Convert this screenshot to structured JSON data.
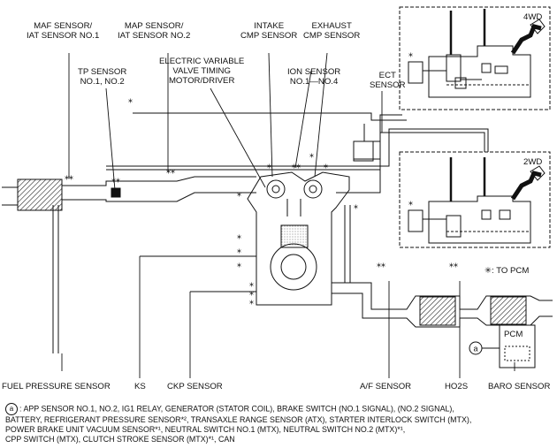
{
  "labels": {
    "maf_sensor": [
      "MAF SENSOR/",
      "IAT SENSOR NO.1"
    ],
    "map_sensor": [
      "MAP SENSOR/",
      "IAT SENSOR NO.2"
    ],
    "intake_cmp": [
      "INTAKE",
      "CMP SENSOR"
    ],
    "exhaust_cmp": [
      "EXHAUST",
      "CMP SENSOR"
    ],
    "tp_sensor": [
      "TP SENSOR",
      "NO.1, NO.2"
    ],
    "evvt": [
      "ELECTRIC VARIABLE",
      "VALVE TIMING",
      "MOTOR/DRIVER"
    ],
    "ion_sensor": [
      "ION SENSOR",
      "NO.1—NO.4"
    ],
    "ect_sensor": [
      "ECT",
      "SENSOR"
    ],
    "to_pcm": "✳: TO PCM",
    "pcm": "PCM",
    "fuel_pressure": "FUEL PRESSURE SENSOR",
    "ks": "KS",
    "ckp": "CKP SENSOR",
    "af_sensor": "A/F SENSOR",
    "ho2s": "HO2S",
    "baro": "BARO SENSOR",
    "fwd": "4WD",
    "twd": "2WD",
    "circle_a": "a"
  },
  "note": {
    "marker": "a",
    "lines": [
      ": APP SENSOR NO.1, NO.2, IG1 RELAY, GENERATOR (STATOR COIL), BRAKE SWITCH (NO.1 SIGNAL), (NO.2 SIGNAL),",
      "BATTERY, REFRIGERANT PRESSURE SENSOR*², TRANSAXLE RANGE SENSOR (ATX), STARTER INTERLOCK SWITCH (MTX),",
      "POWER BRAKE UNIT VACUUM SENSOR*¹, NEUTRAL SWITCH NO.1 (MTX), NEUTRAL SWITCH NO.2 (MTX)*¹,",
      "CPP SWITCH (MTX), CLUTCH STROKE SENSOR (MTX)*¹, CAN"
    ]
  }
}
